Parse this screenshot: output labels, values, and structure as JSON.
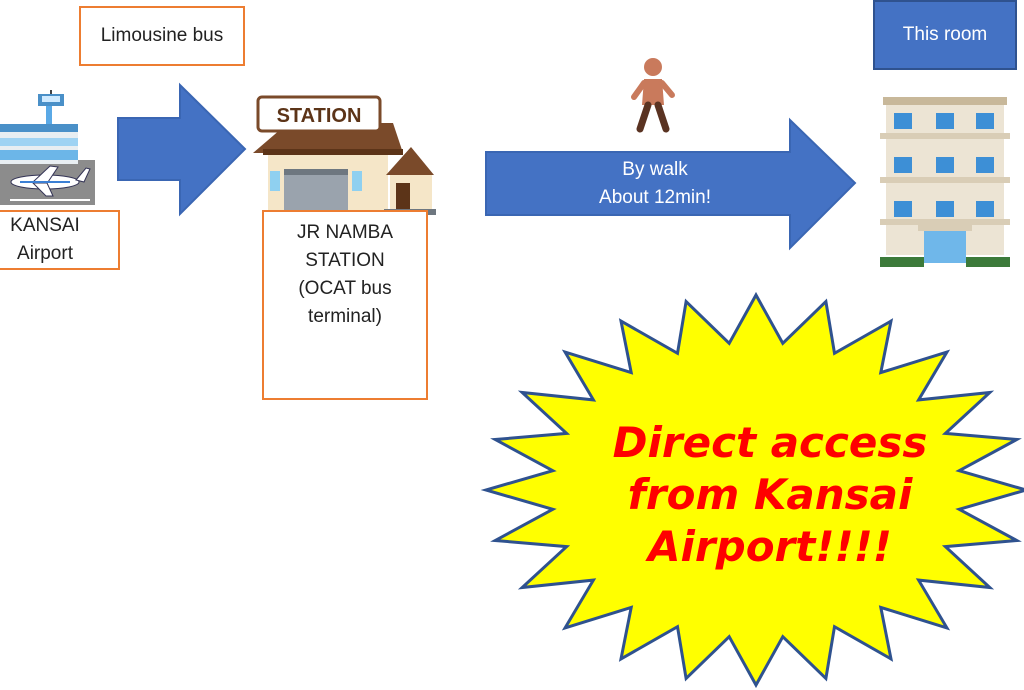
{
  "limousine_label": "Limousine bus",
  "airport": {
    "line1": "KANSAI",
    "line2": "Airport"
  },
  "station": {
    "sign": "STATION",
    "lines": [
      "JR NAMBA",
      "STATION",
      "(OCAT bus",
      "terminal)"
    ]
  },
  "walk_arrow": {
    "line1": "By walk",
    "line2": "About 12min!"
  },
  "room_label": "This room",
  "burst": {
    "lines": [
      "Direct access",
      "from Kansai",
      "Airport!!!!"
    ]
  },
  "colors": {
    "arrow": "#4472c4",
    "box_border": "#ed7d31",
    "burst_fill": "#ffff00",
    "burst_stroke": "#2f528f",
    "burst_text": "#ff0000"
  }
}
